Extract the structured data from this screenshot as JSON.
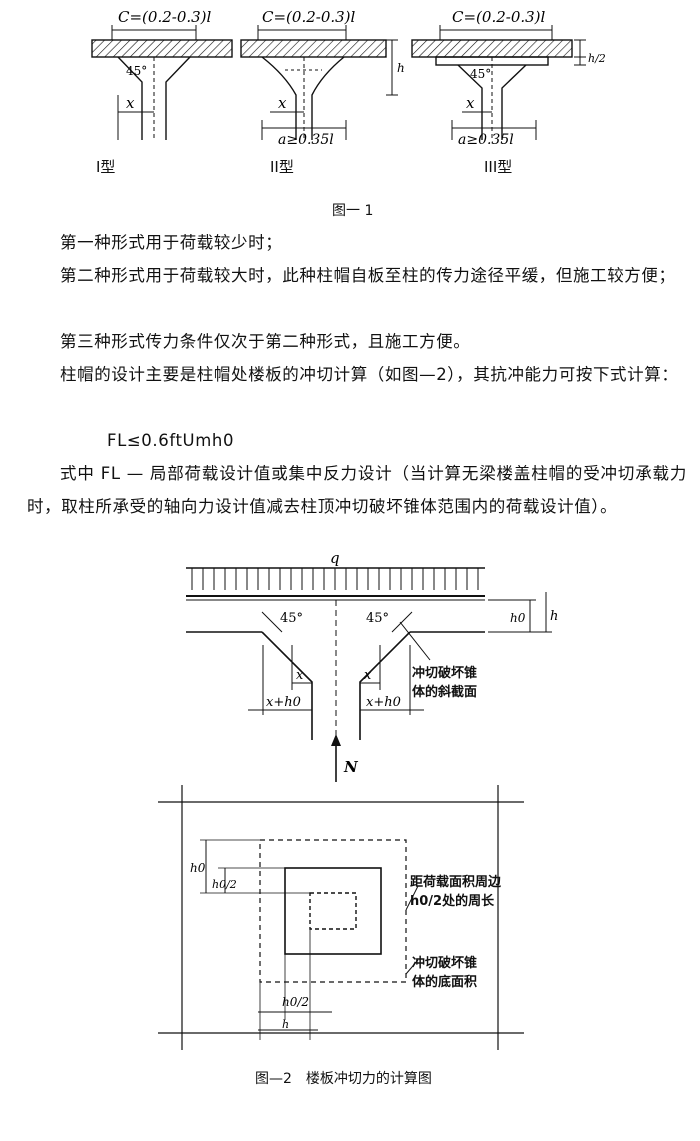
{
  "figure1": {
    "c_label": "C=(0.2-0.3)l",
    "angle_label": "45°",
    "x_label": "x",
    "a_label": "a≥0.35l",
    "h_label": "h",
    "h2_label": "h/2",
    "types": [
      "I型",
      "II型",
      "III型"
    ],
    "caption": "图一 1"
  },
  "paragraphs": [
    "第一种形式用于荷载较少时；",
    "第二种形式用于荷载较大时，此种柱帽自板至柱的传力途径平缓，但施工较方便；",
    "第三种形式传力条件仅次于第二种形式，且施工方便。",
    "柱帽的设计主要是柱帽处楼板的冲切计算（如图—2），其抗冲能力可按下式计算：",
    "FL≤0.6ftUmh0",
    "式中 FL — 局部荷载设计值或集中反力设计（当计算无梁楼盖柱帽的受冲切承载力时，取柱所承受的轴向力设计值减去柱顶冲切破坏锥体范围内的荷载设计值）。"
  ],
  "figure2": {
    "q_label": "q",
    "angle_left": "45°",
    "angle_right": "45°",
    "h0_label": "h0",
    "h_label": "h",
    "x_label": "x",
    "xh0_label": "x+h0",
    "n_label": "N",
    "annot_slope": [
      "冲切破坏锥",
      "体的斜截面"
    ],
    "annot_perimeter": [
      "距荷载面积周边",
      "h0/2处的周长"
    ],
    "annot_bottom": [
      "冲切破坏锥",
      "体的底面积"
    ],
    "plan_h0": "h0",
    "plan_h02": "h0/2",
    "plan_bottom_h02": "h0/2",
    "plan_bottom_h": "h",
    "caption": "图—2　楼板冲切力的计算图"
  }
}
